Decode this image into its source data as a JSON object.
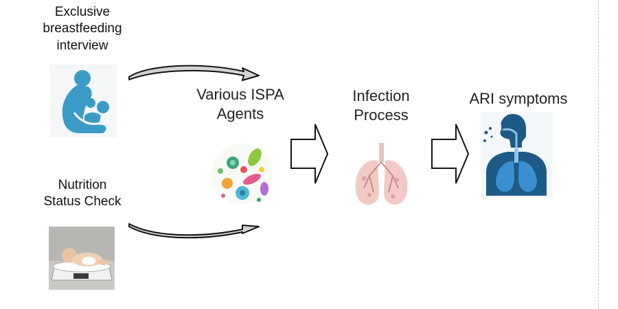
{
  "inputs": {
    "breastfeeding": {
      "label_lines": [
        "Exclusive",
        "breastfeeding",
        "interview"
      ],
      "icon": "breastfeeding-mother-icon"
    },
    "nutrition": {
      "label_lines": [
        "Nutrition",
        "Status Check"
      ],
      "icon": "baby-on-scale-photo"
    }
  },
  "stages": [
    {
      "label_lines": [
        "Various ISPA",
        "Agents"
      ],
      "icon": "germs-icon"
    },
    {
      "label_lines": [
        "Infection",
        "Process"
      ],
      "icon": "infected-lungs-icon"
    },
    {
      "label_lines": [
        "ARI symptoms"
      ],
      "icon": "respiratory-tract-icon"
    }
  ],
  "colors": {
    "mother": "#3a9cc6",
    "lungs_body": "#1d5a86",
    "lungs_fill": "#3b8fd0",
    "arrow_fill": "#d2d2d2"
  }
}
